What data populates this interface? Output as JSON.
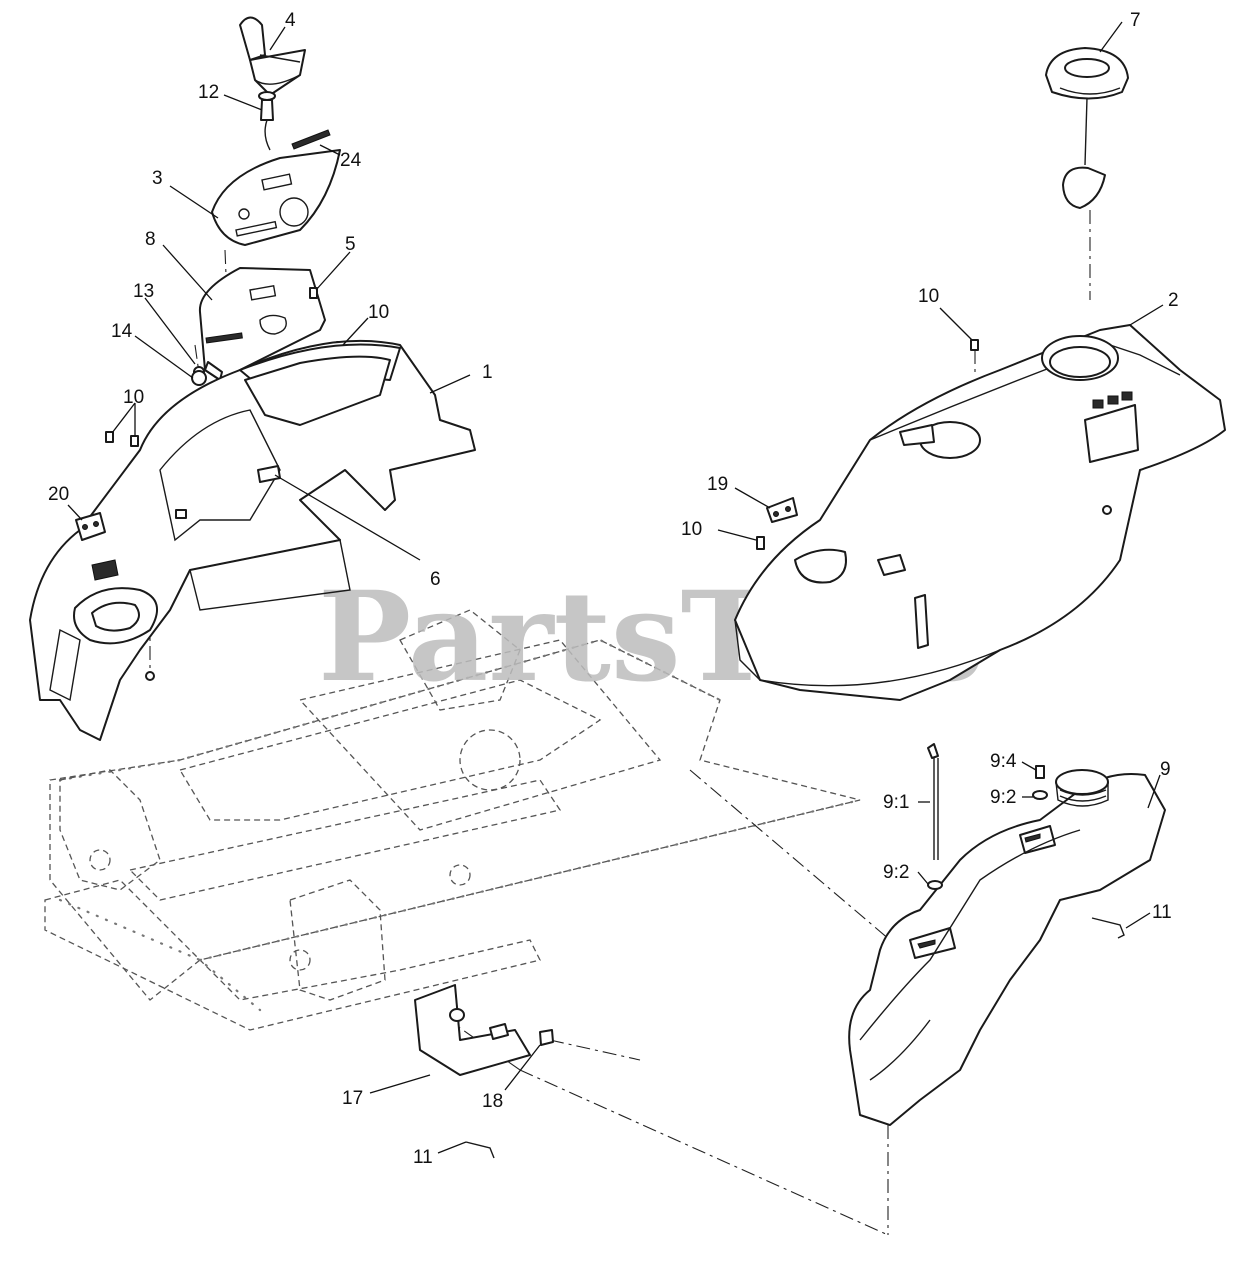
{
  "watermark": {
    "text": "PartsTree",
    "mark": "™"
  },
  "callouts": [
    {
      "id": "c4",
      "label": "4"
    },
    {
      "id": "c12",
      "label": "12"
    },
    {
      "id": "c24",
      "label": "24"
    },
    {
      "id": "c3",
      "label": "3"
    },
    {
      "id": "c8",
      "label": "8"
    },
    {
      "id": "c5",
      "label": "5"
    },
    {
      "id": "c13",
      "label": "13"
    },
    {
      "id": "c14",
      "label": "14"
    },
    {
      "id": "c10a",
      "label": "10"
    },
    {
      "id": "c1",
      "label": "1"
    },
    {
      "id": "c10b",
      "label": "10"
    },
    {
      "id": "c20",
      "label": "20"
    },
    {
      "id": "c6",
      "label": "6"
    },
    {
      "id": "c7",
      "label": "7"
    },
    {
      "id": "c10c",
      "label": "10"
    },
    {
      "id": "c2",
      "label": "2"
    },
    {
      "id": "c19",
      "label": "19"
    },
    {
      "id": "c10d",
      "label": "10"
    },
    {
      "id": "c9_4",
      "label": "9:4"
    },
    {
      "id": "c9",
      "label": "9"
    },
    {
      "id": "c9_2a",
      "label": "9:2"
    },
    {
      "id": "c9_1",
      "label": "9:1"
    },
    {
      "id": "c9_2b",
      "label": "9:2"
    },
    {
      "id": "c11a",
      "label": "11"
    },
    {
      "id": "c17",
      "label": "17"
    },
    {
      "id": "c18",
      "label": "18"
    },
    {
      "id": "c11b",
      "label": "11"
    }
  ]
}
